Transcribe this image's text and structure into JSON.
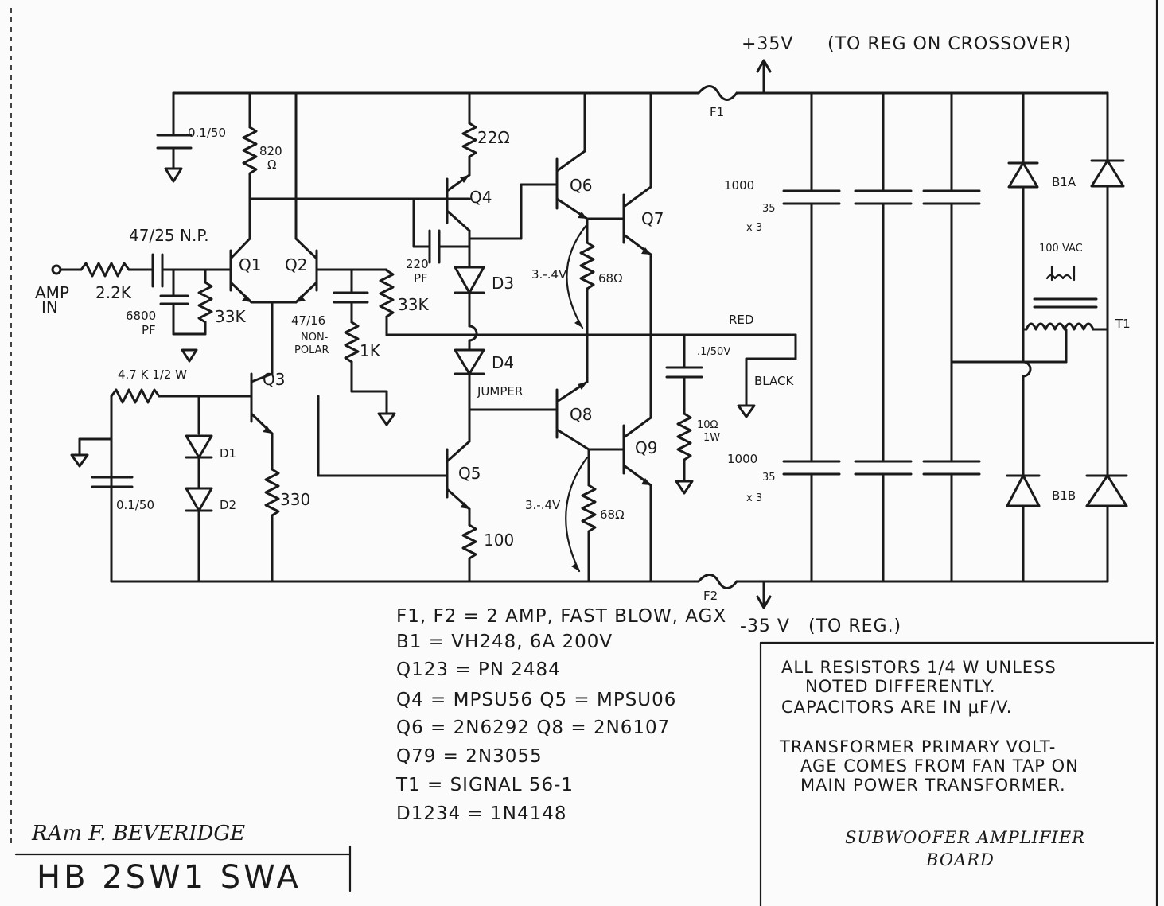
{
  "rails": {
    "pos": "+35V",
    "pos_note": "(TO REG ON CROSSOVER)",
    "neg": "-35 V",
    "neg_note": "(TO REG.)"
  },
  "fuses": {
    "f1": "F1",
    "f2": "F2"
  },
  "input": {
    "label_top": "AMP",
    "label_bottom": "IN"
  },
  "components": {
    "c_01_50_top": "0.1/50",
    "r_820": "820",
    "r_820_unit": "Ω",
    "r_22": "22Ω",
    "c_47_25": "47/25 N.P.",
    "r_2_2k": "2.2K",
    "c_6800": "6800",
    "c_6800_unit": "PF",
    "r_33k_a": "33K",
    "q1": "Q1",
    "q2": "Q2",
    "q3": "Q3",
    "q4": "Q4",
    "q5": "Q5",
    "q6": "Q6",
    "q7": "Q7",
    "q8": "Q8",
    "q9": "Q9",
    "c_47_16": "47/16",
    "c_47_16_note1": "NON-",
    "c_47_16_note2": "POLAR",
    "r_1k": "1K",
    "r_33k_b": "33K",
    "c_220": "220",
    "c_220_unit": "PF",
    "d3": "D3",
    "d4": "D4",
    "jumper": "JUMPER",
    "v_34_top": "3.-.4V",
    "r_68_top": "68Ω",
    "v_34_bot": "3.-.4V",
    "r_68_bot": "68Ω",
    "r_47k": "4.7 K 1/2 W",
    "d1": "D1",
    "d2": "D2",
    "c_01_50_bot": "0.1/50",
    "r_330": "330",
    "r_100": "100",
    "c_1000_top": "1000",
    "c_1000_top_v": "35",
    "c_1000_top_x": "x 3",
    "c_1000_bot": "1000",
    "c_1000_bot_v": "35",
    "c_1000_bot_x": "x 3",
    "red": "RED",
    "black": "BLACK",
    "c_1_50": ".1/50V",
    "r_10": "10Ω",
    "r_10_w": "1W",
    "b1a": "B1A",
    "b1b": "B1B",
    "vac": "100 VAC",
    "t1": "T1"
  },
  "parts_list": [
    "F1, F2 = 2 AMP, FAST BLOW, AGX",
    "B1 = VH248, 6A 200V",
    "Q123 = PN 2484",
    "Q4 = MPSU56      Q5 = MPSU06",
    "Q6 = 2N6292      Q8 = 2N6107",
    "Q79 = 2N3055",
    "T1 = SIGNAL 56-1",
    "D1234 = 1N4148"
  ],
  "notes": [
    "ALL RESISTORS 1/4 W UNLESS",
    "NOTED DIFFERENTLY.",
    "CAPACITORS ARE IN µF/V.",
    "TRANSFORMER PRIMARY VOLT-",
    "AGE COMES FROM FAN TAP ON",
    "MAIN POWER TRANSFORMER."
  ],
  "title": {
    "line1": "SUBWOOFER AMPLIFIER",
    "line2": "BOARD"
  },
  "signature": "RAm F. BEVERIDGE",
  "drawing_id": "HB 2SW1 SWA"
}
